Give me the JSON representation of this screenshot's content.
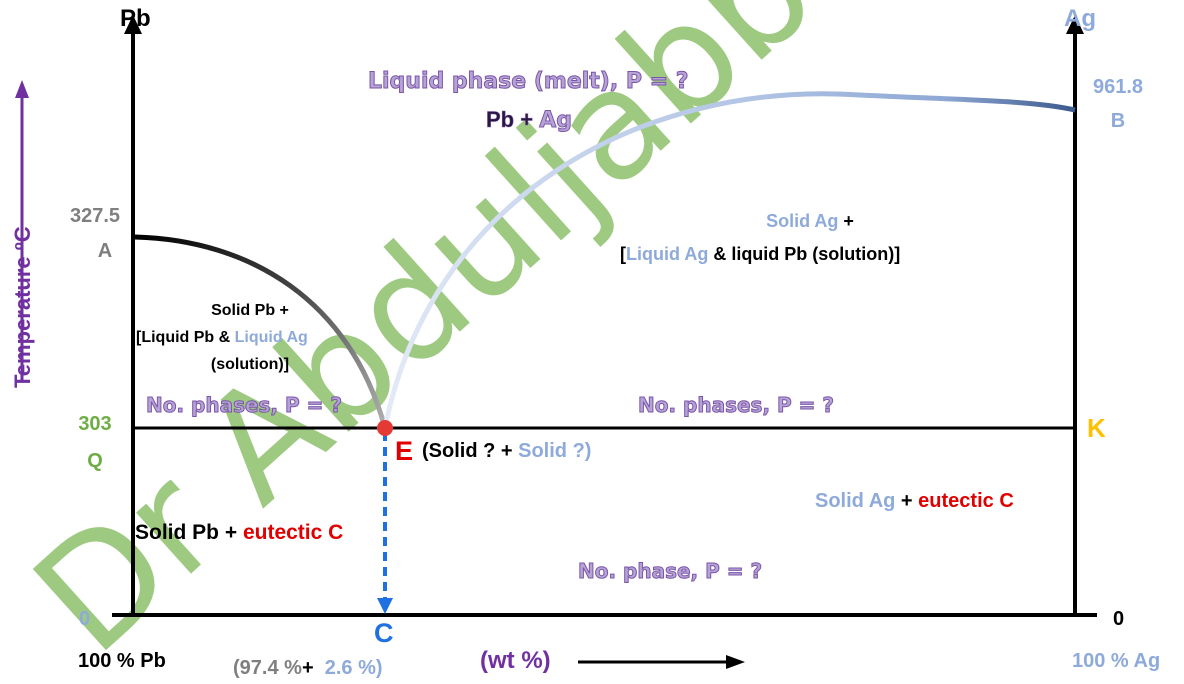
{
  "axes": {
    "left_top": "Pb",
    "right_top": "Ag",
    "y_label": "Temperature ºC",
    "left_zero": "0",
    "right_zero": "0",
    "left_bottom": "100 % Pb",
    "right_bottom": "100 % Ag",
    "x_unit": "(wt %)"
  },
  "points": {
    "A_temp": "327.5",
    "A_name": "A",
    "B_temp": "961.8",
    "B_name": "B",
    "Q_temp": "303",
    "Q_name": "Q",
    "K_name": "K",
    "E_name": "E",
    "C_name": "C"
  },
  "composition": {
    "open": "(97.4 %",
    "plus": "+",
    "second": "2.6 %)"
  },
  "regions": {
    "liquid_line1": "Liquid phase (melt), P = ?",
    "liquid_pb": "Pb",
    "liquid_plus": " + ",
    "liquid_ag": "Ag",
    "right_line1_a": "Solid Ag",
    "right_line1_b": " +",
    "right_line2_a": "[",
    "right_line2_b": "Liquid Ag",
    "right_line2_c": " & liquid Pb (solution)]",
    "left_line1": "Solid Pb +",
    "left_line2_a": "[Liquid Pb & ",
    "left_line2_b": "Liquid Ag",
    "left_line3": "(solution)]",
    "phases_left": "No. phases, P = ?",
    "phases_right": "No. phases, P = ?",
    "eutectic_a": "(Solid ? + ",
    "eutectic_b": "Solid ?)",
    "lower_left_a": "Solid Pb + ",
    "lower_left_b": "eutectic C",
    "lower_right_a": "Solid Ag",
    "lower_right_b": " + ",
    "lower_right_c": "eutectic C",
    "lower_phase": "No. phase, P = ?"
  },
  "watermark": "Dr Abduljabbar",
  "colors": {
    "axis": "#000000",
    "pb_curve_start": "#000000",
    "pb_curve_end": "#a6a6a6",
    "ag_curve_start": "#dbe5f5",
    "ag_curve_end": "#3c5a8c",
    "eutectic_point": "#e53935",
    "dashed": "#1f70e0",
    "watermark": "#70ad47",
    "purple": "#7030a0"
  }
}
